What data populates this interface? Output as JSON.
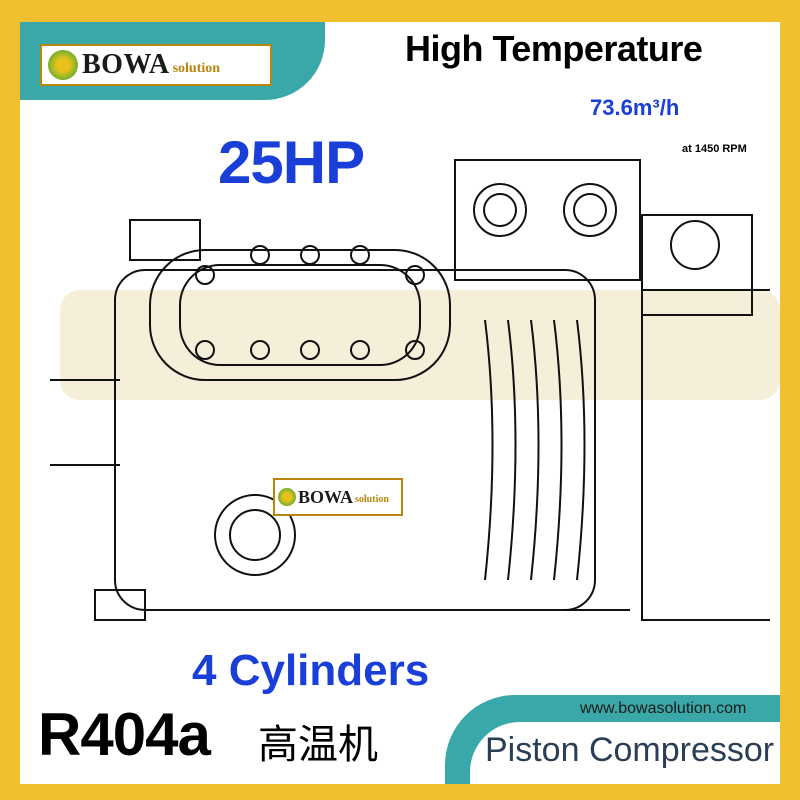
{
  "brand": {
    "name": "BOWA",
    "suffix": "solution",
    "gold": "#b8860b"
  },
  "header": {
    "title": "High Temperature",
    "flow_rate": "73.6m³/h",
    "rpm_note": "at 1450 RPM"
  },
  "specs": {
    "power": "25HP",
    "cylinders": "4 Cylinders",
    "refrigerant": "R404a",
    "chinese_label": "高温机"
  },
  "footer": {
    "website": "www.bowasolution.com",
    "product_type": "Piston Compressor"
  },
  "colors": {
    "frame": "#f2c02e",
    "teal": "#3aa8a8",
    "accent_blue": "#1a3fd8"
  },
  "illustration": "compressor-line-drawing"
}
